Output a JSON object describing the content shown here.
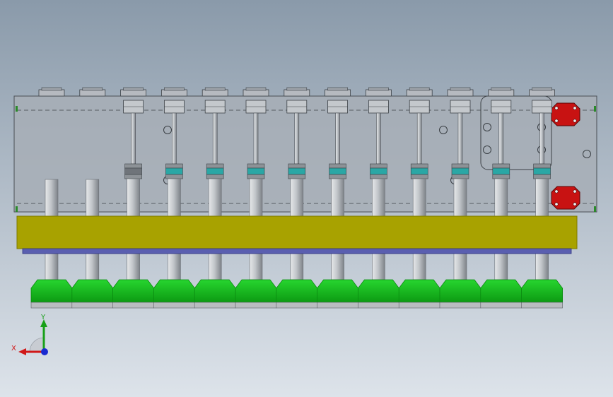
{
  "colors": {
    "bg_top": "#8a9aaa",
    "bg_bottom": "#dde3ea",
    "frame_fill": "#a7aeb6",
    "frame_stroke": "#4a4f55",
    "plate": "#a8a200",
    "plate_dark": "#7e7900",
    "strip": "#5a5fb0",
    "rod": "#b8bcc2",
    "rod_shade": "#7d8288",
    "cup": "#11c21a",
    "cup_dark": "#0a8a10",
    "cup_base": "#b9bcc0",
    "teal": "#2aa7a5",
    "red": "#c81212",
    "axis_x": "#d01818",
    "axis_y": "#18a018",
    "axis_z": "#1a2ad0"
  },
  "assembly": {
    "columns": 13,
    "top_caps": 13,
    "teal_collars": 10,
    "short_posts": 2,
    "red_brackets": 2
  },
  "triad": {
    "x_label": "X",
    "y_label": "Y"
  }
}
